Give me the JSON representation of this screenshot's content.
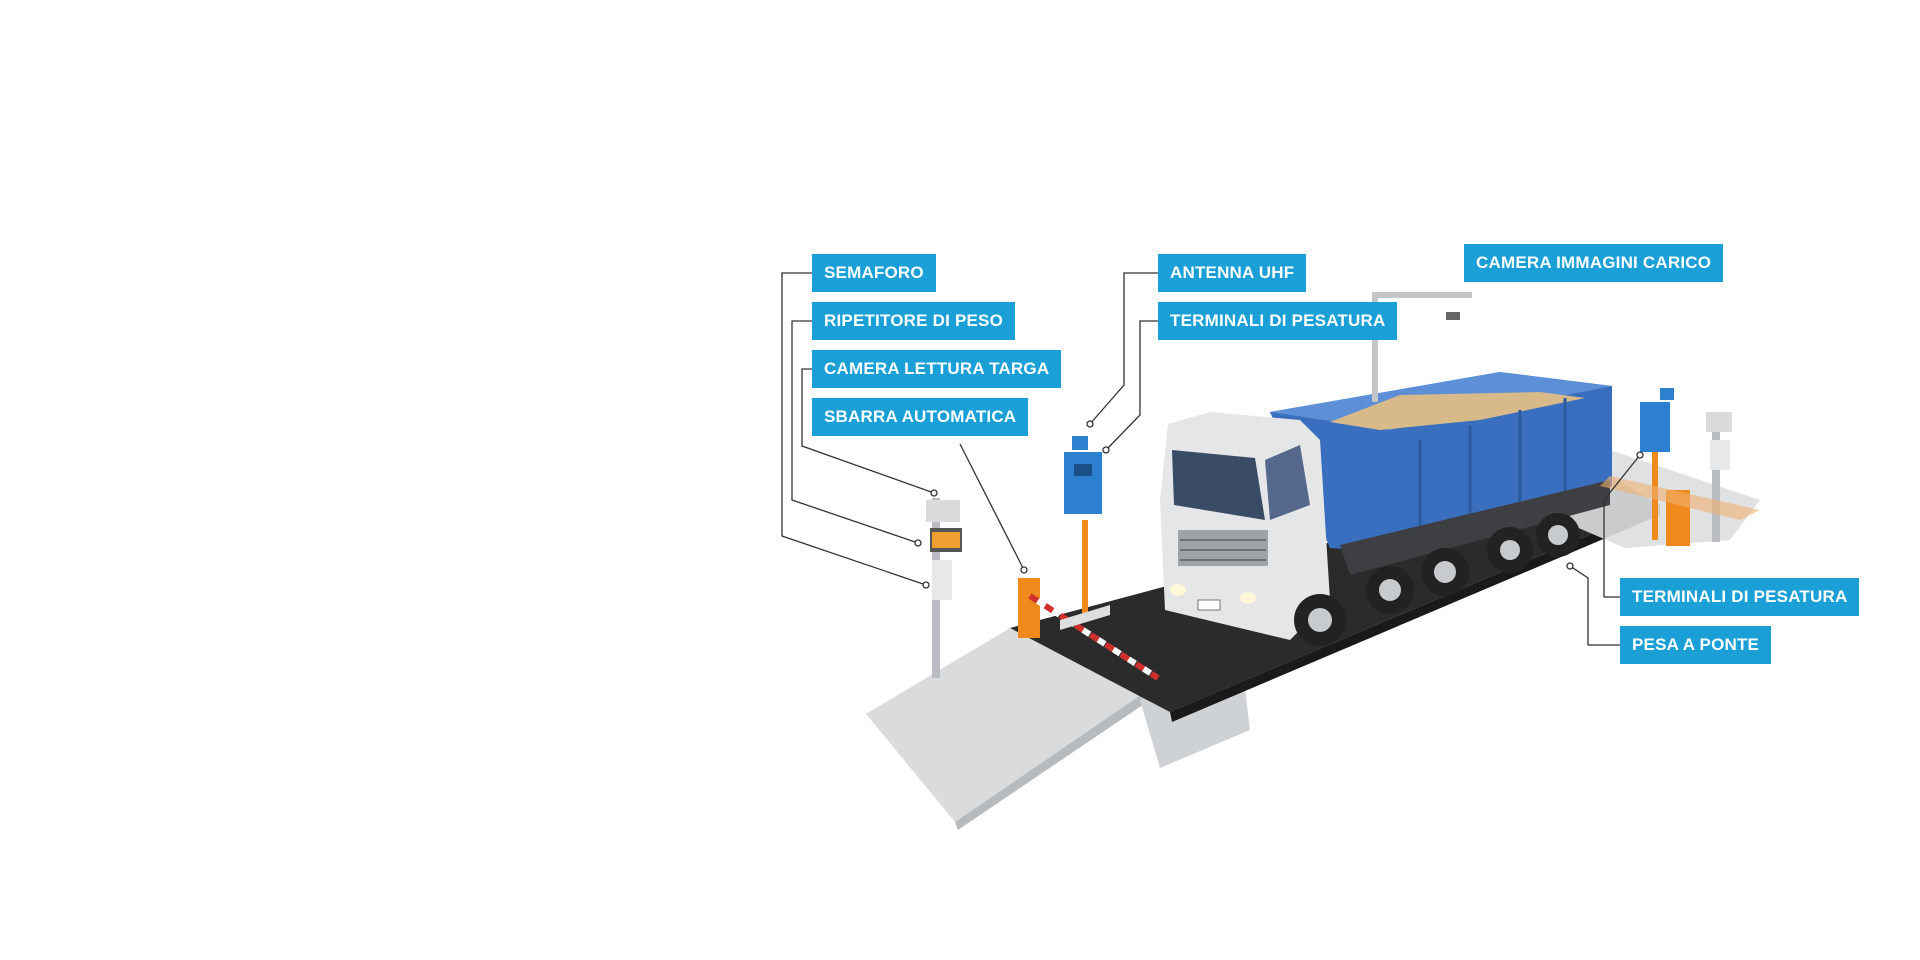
{
  "labels": {
    "semaforo": "SEMAFORO",
    "ripetitore_di_peso": "RIPETITORE DI PESO",
    "camera_lettura_targa": "CAMERA LETTURA TARGA",
    "sbarra_automatica": "SBARRA AUTOMATICA",
    "antenna_uhf": "ANTENNA UHF",
    "terminali_di_pesatura_front": "TERMINALI DI PESATURA",
    "camera_immagini_carico": "CAMERA IMMAGINI CARICO",
    "terminali_di_pesatura_rear": "TERMINALI DI PESATURA",
    "pesa_a_ponte": "PESA A PONTE"
  },
  "colors": {
    "label_background": "#1a9fd6",
    "label_text": "#ffffff",
    "truck_body": "#3a6fbf",
    "cab": "#e4e6e8",
    "weighbridge": "#2b2b2b",
    "barrier": "#f08a1c",
    "ramp": "#d8dadc"
  }
}
